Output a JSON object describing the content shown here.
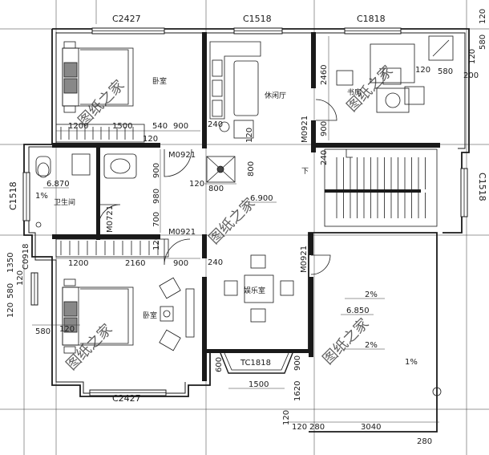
{
  "rooms": {
    "bedroom_top": "卧室",
    "leisure_hall": "休闲厅",
    "study": "书房",
    "bathroom": "卫生间",
    "entertainment": "娱乐室",
    "bedroom_bottom": "卧室"
  },
  "windows": {
    "top_bedroom": "C2427",
    "top_leisure": "C1518",
    "top_study": "C1818",
    "left_bath": "C1518",
    "right_stair": "C1518",
    "left_bedroom": "C0918",
    "bottom_bedroom": "C2427",
    "bay": "TC1818"
  },
  "doors": {
    "d1": "M0921",
    "d2": "M0921",
    "d3": "M0921",
    "d4": "M0921",
    "d5": "M0721"
  },
  "elevations": {
    "bath": "6.870",
    "hall": "6.900",
    "terrace": "6.850"
  },
  "slopes": {
    "bath": "1%",
    "terrace_a": "2%",
    "terrace_b": "2%",
    "terrace_c": "1%"
  },
  "arrow_label": "下",
  "watermark": "图纸之家",
  "dims": {
    "d_1200a": "1200",
    "d_1500a": "1500",
    "d_540": "540",
    "d_900a": "900",
    "d_120a": "120",
    "d_240a": "240",
    "d_120b": "120",
    "d_2460": "2460",
    "d_120c": "120",
    "d_580a": "580",
    "d_120d": "120",
    "d_200": "200",
    "d_580b": "580",
    "d_900b": "900",
    "d_240b": "240",
    "d_900c": "900",
    "d_800a": "800",
    "d_120e": "120",
    "d_800b": "800",
    "d_980": "980",
    "d_700": "700",
    "d_120f": "120",
    "d_1350": "1350",
    "d_1200b": "1200",
    "d_2160": "2160",
    "d_900d": "900",
    "d_240c": "240",
    "d_120g": "120",
    "d_580c": "580",
    "d_120h": "120",
    "d_120i": "120",
    "d_580d": "580",
    "d_120j": "120",
    "d_600": "600",
    "d_1500b": "1500",
    "d_900e": "900",
    "d_1620": "1620",
    "d_120k": "120",
    "d_120l": "120",
    "d_280a": "280",
    "d_3040": "3040",
    "d_280b": "280"
  }
}
